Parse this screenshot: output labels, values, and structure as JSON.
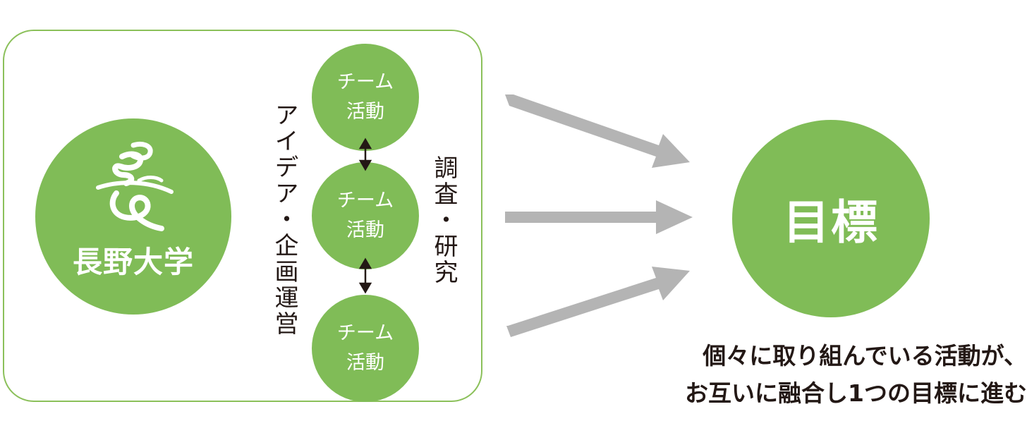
{
  "university": {
    "name": "長野大学",
    "logo_icon": "nagano-university-logo-icon"
  },
  "teams": [
    {
      "line1": "チーム",
      "line2": "活動"
    },
    {
      "line1": "チーム",
      "line2": "活動"
    },
    {
      "line1": "チーム",
      "line2": "活動"
    }
  ],
  "side_labels": {
    "left": "アイデア・企画運営",
    "right": "調査・研究"
  },
  "goal": {
    "label": "目標"
  },
  "caption": {
    "line1": "個々に取り組んでいる活動が、",
    "line2": "お互いに融合し1つの目標に進む"
  },
  "colors": {
    "green": "#80bc57",
    "frame_border": "#8bc05a",
    "arrow_gray": "#b4b4b4",
    "text_dark": "#231815"
  }
}
